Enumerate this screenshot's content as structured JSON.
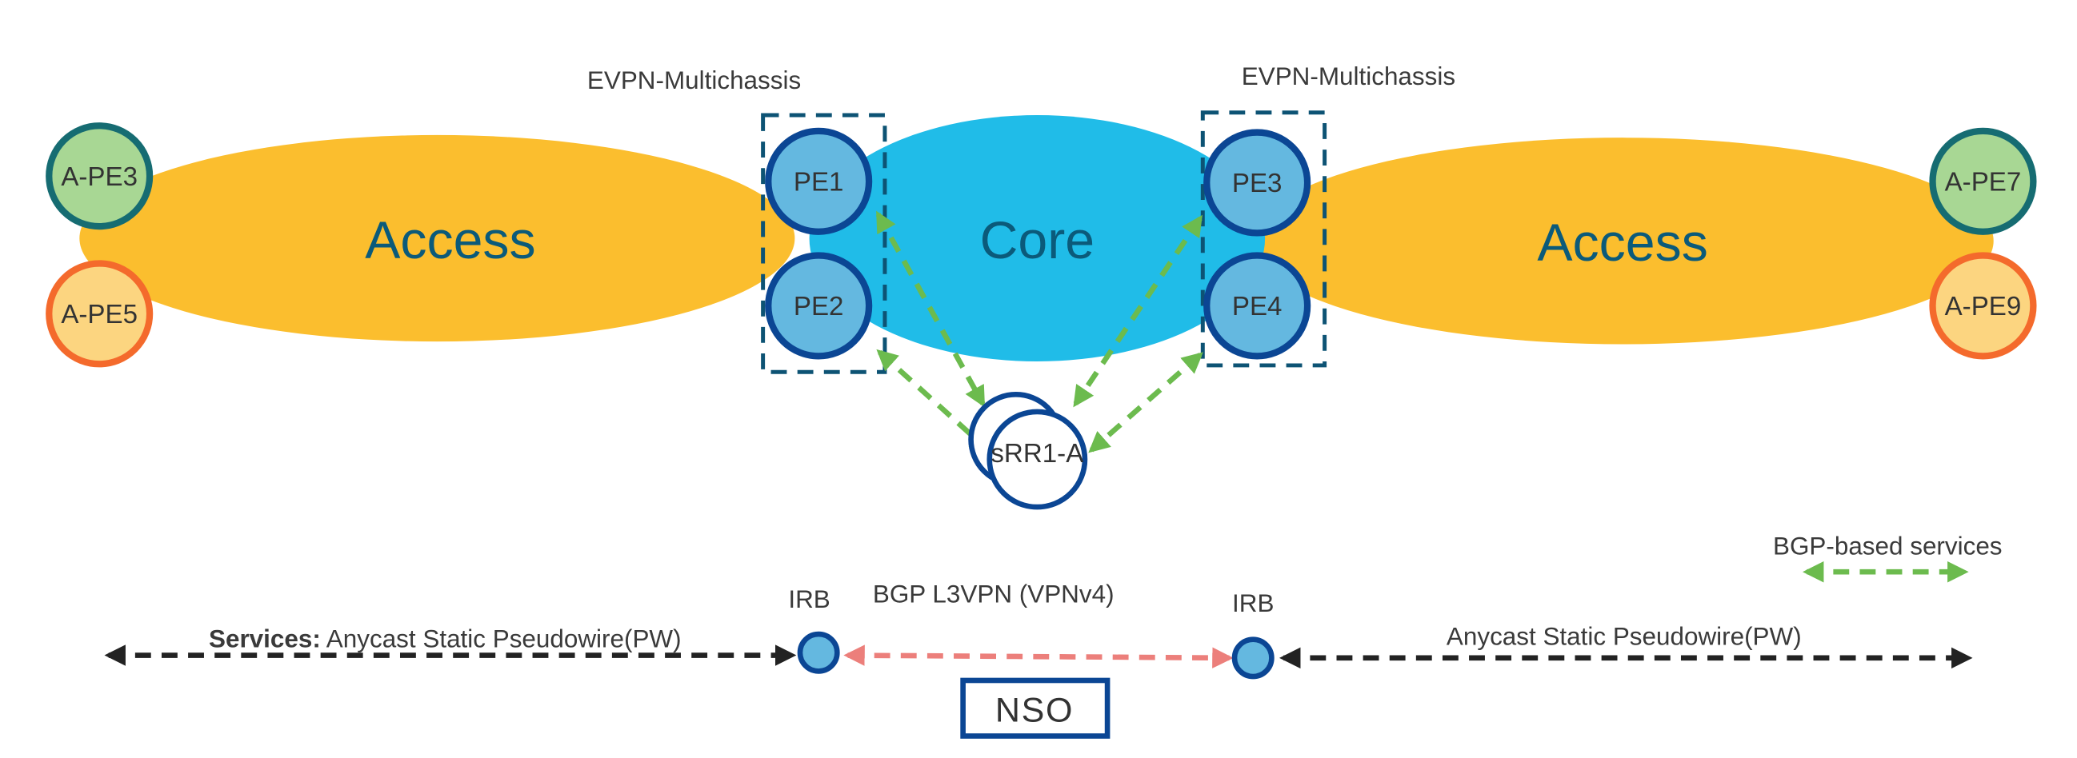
{
  "colors": {
    "access_fill": "#FBBE2E",
    "core_fill": "#20BCE8",
    "pe_fill": "#64B8E0",
    "pe_stroke": "#0B4694",
    "ape_green_fill": "#A8D794",
    "ape_green_stroke": "#166C72",
    "ape_orange_fill": "#FCD580",
    "ape_orange_stroke": "#F46A2C",
    "mc_box_stroke": "#0D5374",
    "bgp_arrow": "#6CBB4E",
    "l3vpn_arrow": "#EC7F7B",
    "pw_arrow": "#222222",
    "zone_text": "#0B5A7A",
    "text": "#3A3A3A"
  },
  "zones": {
    "access_left": "Access",
    "core": "Core",
    "access_right": "Access"
  },
  "multichassis": {
    "left_label": "EVPN-Multichassis",
    "right_label": "EVPN-Multichassis"
  },
  "nodes": {
    "a_pe3": "A-PE3",
    "a_pe5": "A-PE5",
    "pe1": "PE1",
    "pe2": "PE2",
    "pe3": "PE3",
    "pe4": "PE4",
    "a_pe7": "A-PE7",
    "a_pe9": "A-PE9",
    "srr": "sRR1-A"
  },
  "legend": {
    "bgp_services": "BGP-based services"
  },
  "services": {
    "left_prefix": "Services:",
    "left_text": " Anycast Static Pseudowire(PW)",
    "right_text": "Anycast Static Pseudowire(PW)",
    "irb_left": "IRB",
    "irb_right": "IRB",
    "l3vpn": "BGP L3VPN (VPNv4)"
  },
  "nso": {
    "label": "NSO"
  }
}
